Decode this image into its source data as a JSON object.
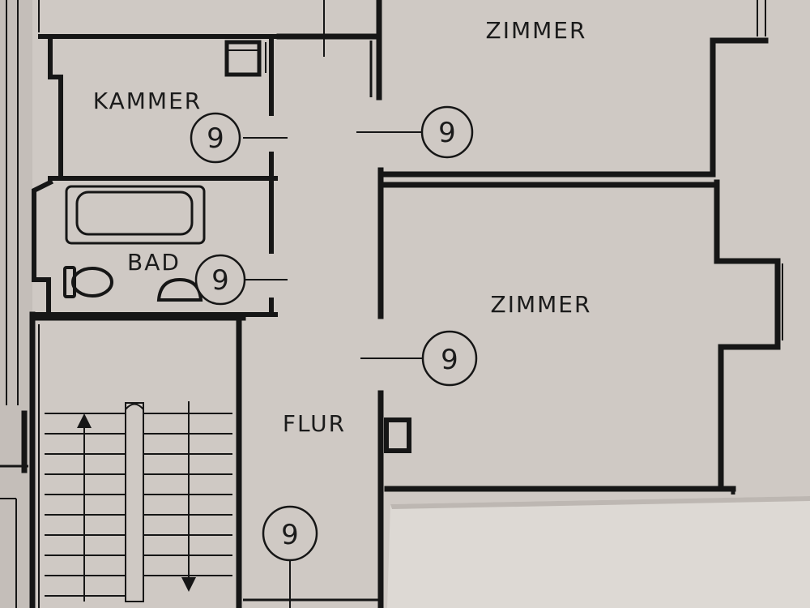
{
  "rooms": {
    "zimmer_top": "ZIMMER",
    "zimmer_mid": "ZIMMER",
    "kammer": "KAMMER",
    "bad": "BAD",
    "flur": "FLUR"
  },
  "markers": {
    "kammer": "9",
    "flur_upper": "9",
    "bad": "9",
    "zimmer_mid": "9",
    "flur_lower": "9"
  },
  "colors": {
    "paper": "#cfc9c4",
    "ink": "#161616",
    "note_paper": "#ddd9d4"
  }
}
